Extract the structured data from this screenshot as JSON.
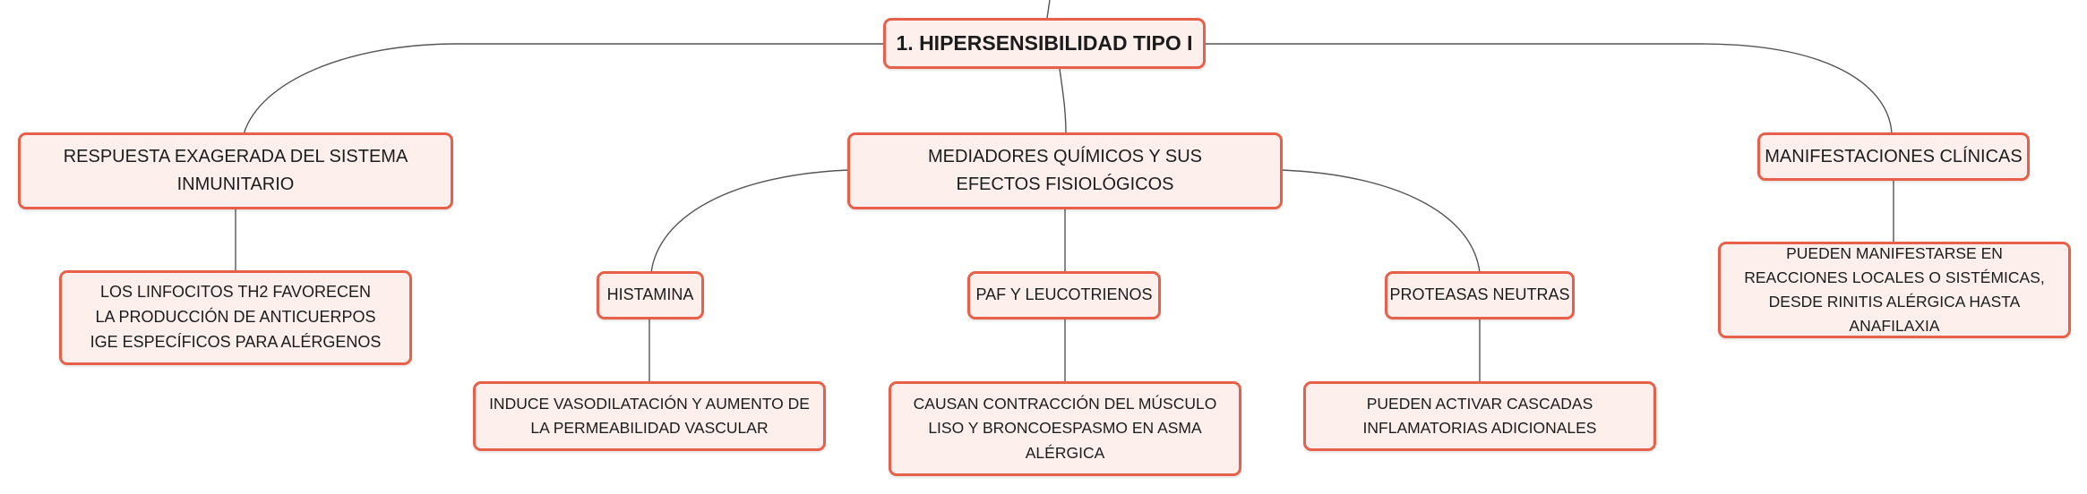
{
  "root": {
    "label": "1. HIPERSENSIBILIDAD TIPO I"
  },
  "branches": {
    "respuesta": {
      "label": "RESPUESTA EXAGERADA DEL SISTEMA INMUNITARIO"
    },
    "linfocitos": {
      "label": "LOS LINFOCITOS TH2 FAVORECEN LA PRODUCCIÓN DE ANTICUERPOS IGE ESPECÍFICOS PARA ALÉRGENOS"
    },
    "mediadores": {
      "label": "MEDIADORES QUÍMICOS Y SUS EFECTOS FISIOLÓGICOS"
    },
    "histamina": {
      "label": "HISTAMINA"
    },
    "histamina_efecto": {
      "label": "INDUCE VASODILATACIÓN Y AUMENTO DE LA PERMEABILIDAD VASCULAR"
    },
    "paf": {
      "label": "PAF Y LEUCOTRIENOS"
    },
    "paf_efecto": {
      "label": "CAUSAN CONTRACCIÓN DEL MÚSCULO LISO Y BRONCOESPASMO EN ASMA ALÉRGICA"
    },
    "proteasas": {
      "label": "PROTEASAS NEUTRAS"
    },
    "proteasas_efecto": {
      "label": "PUEDEN ACTIVAR CASCADAS INFLAMATORIAS ADICIONALES"
    },
    "manifestaciones": {
      "label": "MANIFESTACIONES CLÍNICAS"
    },
    "manifestaciones_detalle": {
      "label": "PUEDEN MANIFESTARSE EN REACCIONES LOCALES O SISTÉMICAS, DESDE RINITIS ALÉRGICA HASTA ANAFILAXIA"
    }
  },
  "colors": {
    "node_border": "#e8604a",
    "node_fill": "#fdf0ec",
    "connector": "#555555",
    "text": "#1c1c1c"
  }
}
